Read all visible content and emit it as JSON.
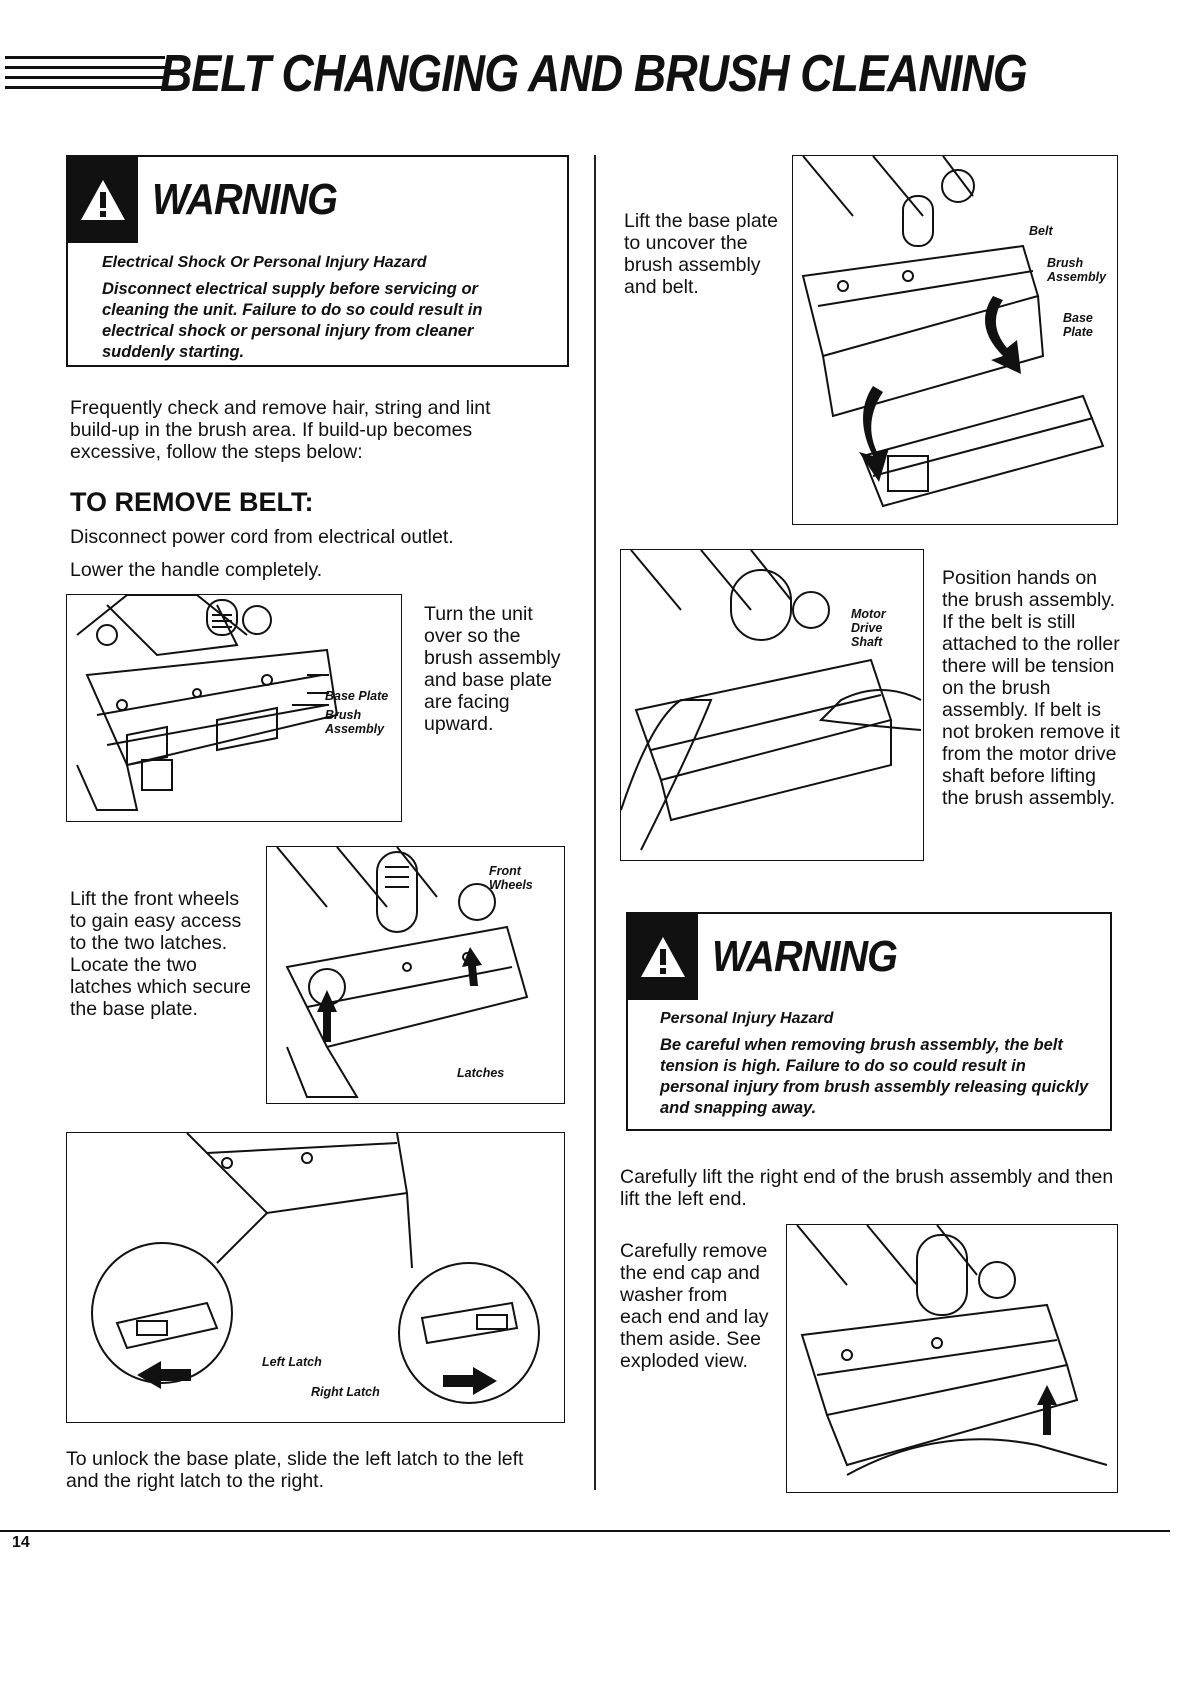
{
  "title": "BELT CHANGING AND BRUSH CLEANING",
  "warning1": {
    "title": "WARNING",
    "subtitle": "Electrical Shock Or Personal Injury Hazard",
    "body": "Disconnect electrical supply before servicing or cleaning the unit. Failure to do so could result in electrical shock or personal injury from cleaner suddenly starting."
  },
  "intro": "Frequently check and remove hair, string and lint build-up in the brush area. If build-up becomes excessive, follow the steps below:",
  "remove_belt": {
    "heading": "TO REMOVE BELT:",
    "step1": "Disconnect power cord from electrical outlet.",
    "step2": "Lower the handle completely."
  },
  "fig1": {
    "text": "Turn the unit over so the brush assembly and base plate are facing upward.",
    "callouts": [
      "Base Plate",
      "Brush Assembly"
    ]
  },
  "fig2": {
    "text": "Lift the front wheels to gain easy access to the two latches. Locate the two latches which secure the base plate.",
    "callouts": [
      "Front Wheels",
      "Latches"
    ]
  },
  "fig3": {
    "callouts": [
      "Left Latch",
      "Right Latch"
    ],
    "caption": "To unlock the base plate, slide the left latch to the left and the right latch to the right."
  },
  "fig4": {
    "text": "Lift the base plate to uncover the brush assembly and belt.",
    "callouts": [
      "Belt",
      "Brush Assembly",
      "Base Plate"
    ]
  },
  "fig5": {
    "text": "Position hands on the brush assembly. If the belt is still attached to the roller there will be tension on the brush assembly. If belt is not broken remove it from the motor drive shaft before lifting the brush assembly.",
    "callouts": [
      "Motor Drive Shaft"
    ]
  },
  "warning2": {
    "title": "WARNING",
    "subtitle": "Personal Injury Hazard",
    "body": "Be careful when removing brush assembly, the belt tension is high. Failure to do so could result in personal injury from brush assembly releasing quickly and snapping away."
  },
  "step_lift": "Carefully lift the right end of the brush assembly and then lift the left end.",
  "fig6": {
    "text": "Carefully remove the end cap and washer from each end and lay them aside. See exploded view."
  },
  "page_number": "14",
  "icons": [
    "warning-triangle-icon"
  ],
  "colors": {
    "ink": "#111111",
    "paper": "#ffffff"
  }
}
